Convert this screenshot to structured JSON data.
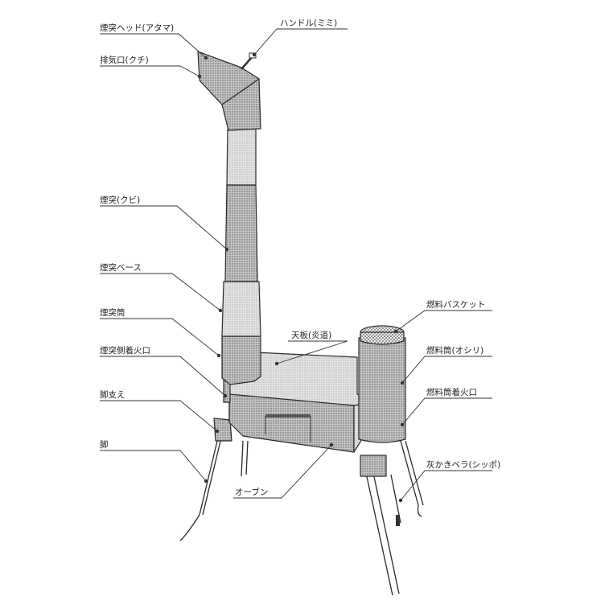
{
  "labels": {
    "chimney_head": "煙突ヘッド(アタマ)",
    "exhaust_port": "排気口(クチ)",
    "handle": "ハンドル(ミミ)",
    "chimney_neck": "煙突(クビ)",
    "chimney_base": "煙突ベース",
    "chimney_tube": "煙突筒",
    "chimney_side_port": "煙突側着火口",
    "leg_support": "脚支え",
    "leg": "脚",
    "top_plate": "天板(炎道)",
    "oven": "オーブン",
    "fuel_basket": "燃料バスケット",
    "fuel_tube": "燃料筒(オシリ)",
    "fuel_tube_port": "燃料筒着火口",
    "ash_scraper": "灰かきベラ(シッポ)"
  },
  "colors": {
    "line": "#333333",
    "fill_dark": "#b8b8b8",
    "fill_light": "#dcdcdc"
  }
}
